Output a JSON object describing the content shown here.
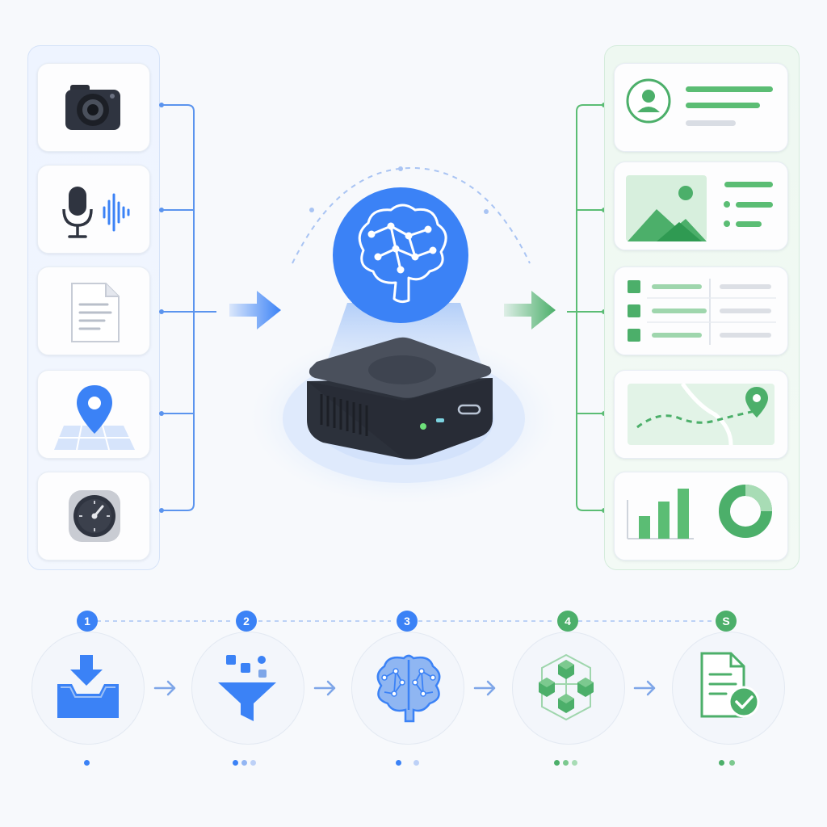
{
  "colors": {
    "accent_blue": "#3b82f6",
    "accent_green": "#4caf6a",
    "device_dark": "#2f3440",
    "background": "#f7f9fc"
  },
  "inputs": {
    "items": [
      {
        "icon": "camera-icon"
      },
      {
        "icon": "microphone-icon"
      },
      {
        "icon": "document-icon"
      },
      {
        "icon": "map-pin-icon"
      },
      {
        "icon": "gauge-icon"
      }
    ]
  },
  "center": {
    "brain_icon": "brain-network-icon",
    "device_icon": "edge-device-icon"
  },
  "outputs": {
    "items": [
      {
        "icon": "user-profile-icon"
      },
      {
        "icon": "image-label-icon"
      },
      {
        "icon": "table-checklist-icon"
      },
      {
        "icon": "map-route-icon"
      },
      {
        "icon": "charts-icon"
      }
    ]
  },
  "steps": [
    {
      "number": "1",
      "icon": "inbox-download-icon",
      "color": "#3b82f6"
    },
    {
      "number": "2",
      "icon": "funnel-filter-icon",
      "color": "#3b82f6"
    },
    {
      "number": "3",
      "icon": "brain-icon",
      "color": "#3b82f6"
    },
    {
      "number": "4",
      "icon": "cubes-network-icon",
      "color": "#4caf6a"
    },
    {
      "number": "S",
      "icon": "document-check-icon",
      "color": "#4caf6a"
    }
  ]
}
